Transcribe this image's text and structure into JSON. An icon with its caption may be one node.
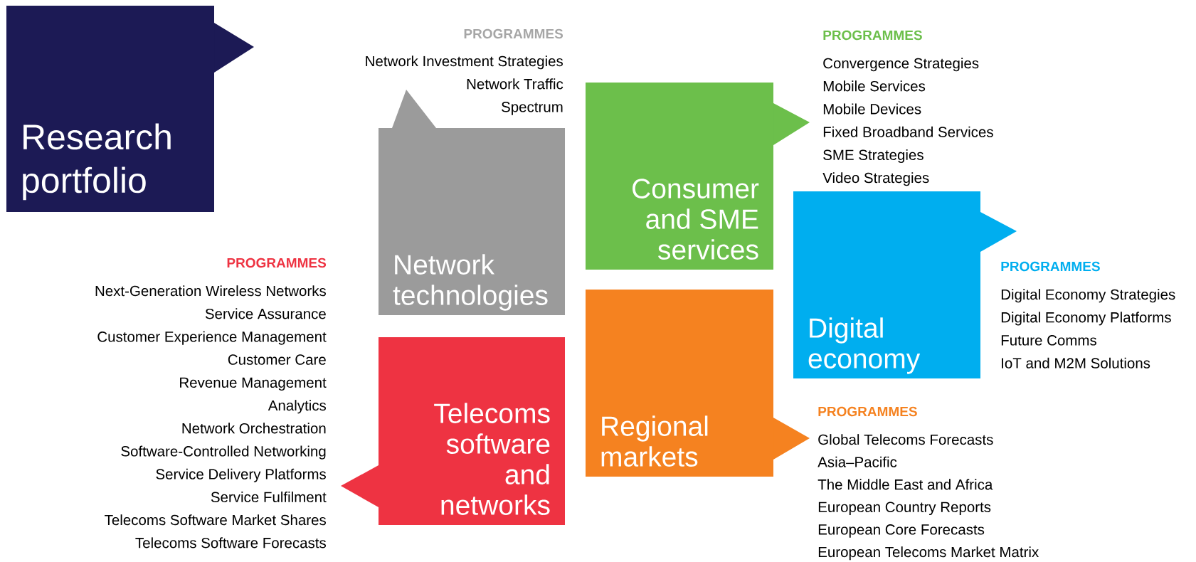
{
  "diagram": {
    "nodes": [
      {
        "text": [
          "Research portfolio"
        ]
      },
      {
        "text": [
          "Network technologies"
        ],
        "beside": [
          "PROGRAMMES",
          "Network Investment Strategies",
          "Network Traffic",
          "Spectrum"
        ]
      },
      {
        "text": [
          "Consumer and SME services"
        ],
        "beside": [
          "PROGRAMMES",
          "Convergence Strategies",
          "Mobile Services",
          "Mobile Devices",
          "Fixed Broadband Services",
          "SME Strategies",
          "Video Strategies"
        ]
      },
      {
        "text": [
          "Digital economy"
        ],
        "beside": [
          "PROGRAMMES",
          "Digital Economy Strategies",
          "Digital Economy Platforms",
          "Future Comms",
          "IoT and M2M Solutions"
        ]
      },
      {
        "text": [
          "Regional markets"
        ],
        "beside": [
          "PROGRAMMES",
          "Global Telecoms Forecasts",
          "Asia–Pacific",
          "The Middle East and Africa",
          "European Country Reports",
          "European Core Forecasts",
          "European Telecoms Market Matrix"
        ]
      },
      {
        "text": [
          "Telecoms software and networks"
        ],
        "beside": [
          "PROGRAMMES",
          "Next-Generation Wireless Networks",
          "Service Assurance",
          "Customer Experience Management",
          "Customer Care",
          "Revenue Management",
          "Analytics",
          "Network Orchestration",
          "Software-Controlled Networking",
          "Service Delivery Platforms",
          "Service Fulfilment",
          "Telecoms Software Market Shares",
          "Telecoms Software Forecasts"
        ]
      }
    ]
  }
}
